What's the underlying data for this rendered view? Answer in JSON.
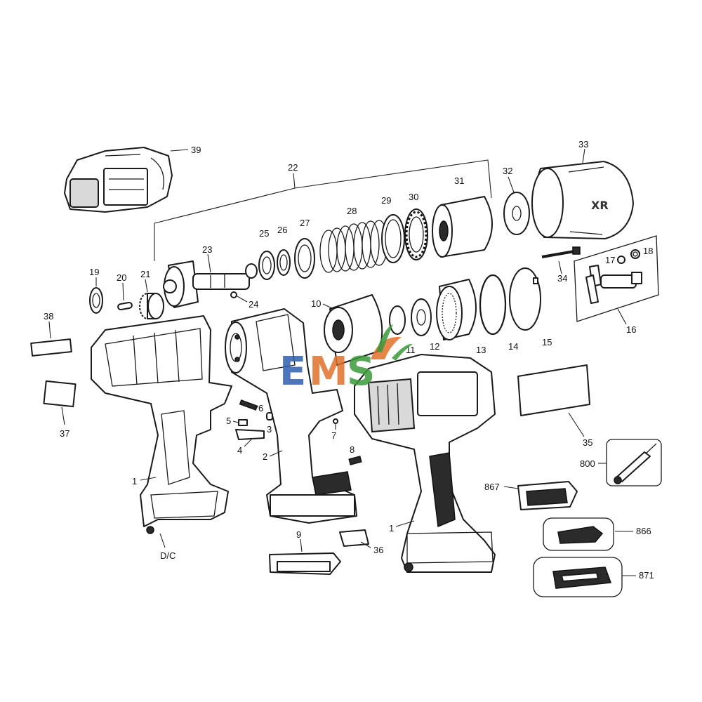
{
  "callouts": {
    "c1a": "1",
    "c1b": "1",
    "c2": "2",
    "c3": "3",
    "c4": "4",
    "c5": "5",
    "c6": "6",
    "c7": "7",
    "c8": "8",
    "c9": "9",
    "c10": "10",
    "c11": "11",
    "c12": "12",
    "c13": "13",
    "c14": "14",
    "c15": "15",
    "c16": "16",
    "c17": "17",
    "c18": "18",
    "c19": "19",
    "c20": "20",
    "c21": "21",
    "c22": "22",
    "c23": "23",
    "c24": "24",
    "c25": "25",
    "c26": "26",
    "c27": "27",
    "c28": "28",
    "c29": "29",
    "c30": "30",
    "c31": "31",
    "c32": "32",
    "c33": "33",
    "c34": "34",
    "c35": "35",
    "c36": "36",
    "c37": "37",
    "c38": "38",
    "c39": "39",
    "c800": "800",
    "c866": "866",
    "c867": "867",
    "c871": "871",
    "cdc": "D/C"
  },
  "watermark": {
    "text": "EMS",
    "colors": {
      "e": "#2f5fb0",
      "m": "#e0702a",
      "s": "#3a9a3a"
    }
  }
}
